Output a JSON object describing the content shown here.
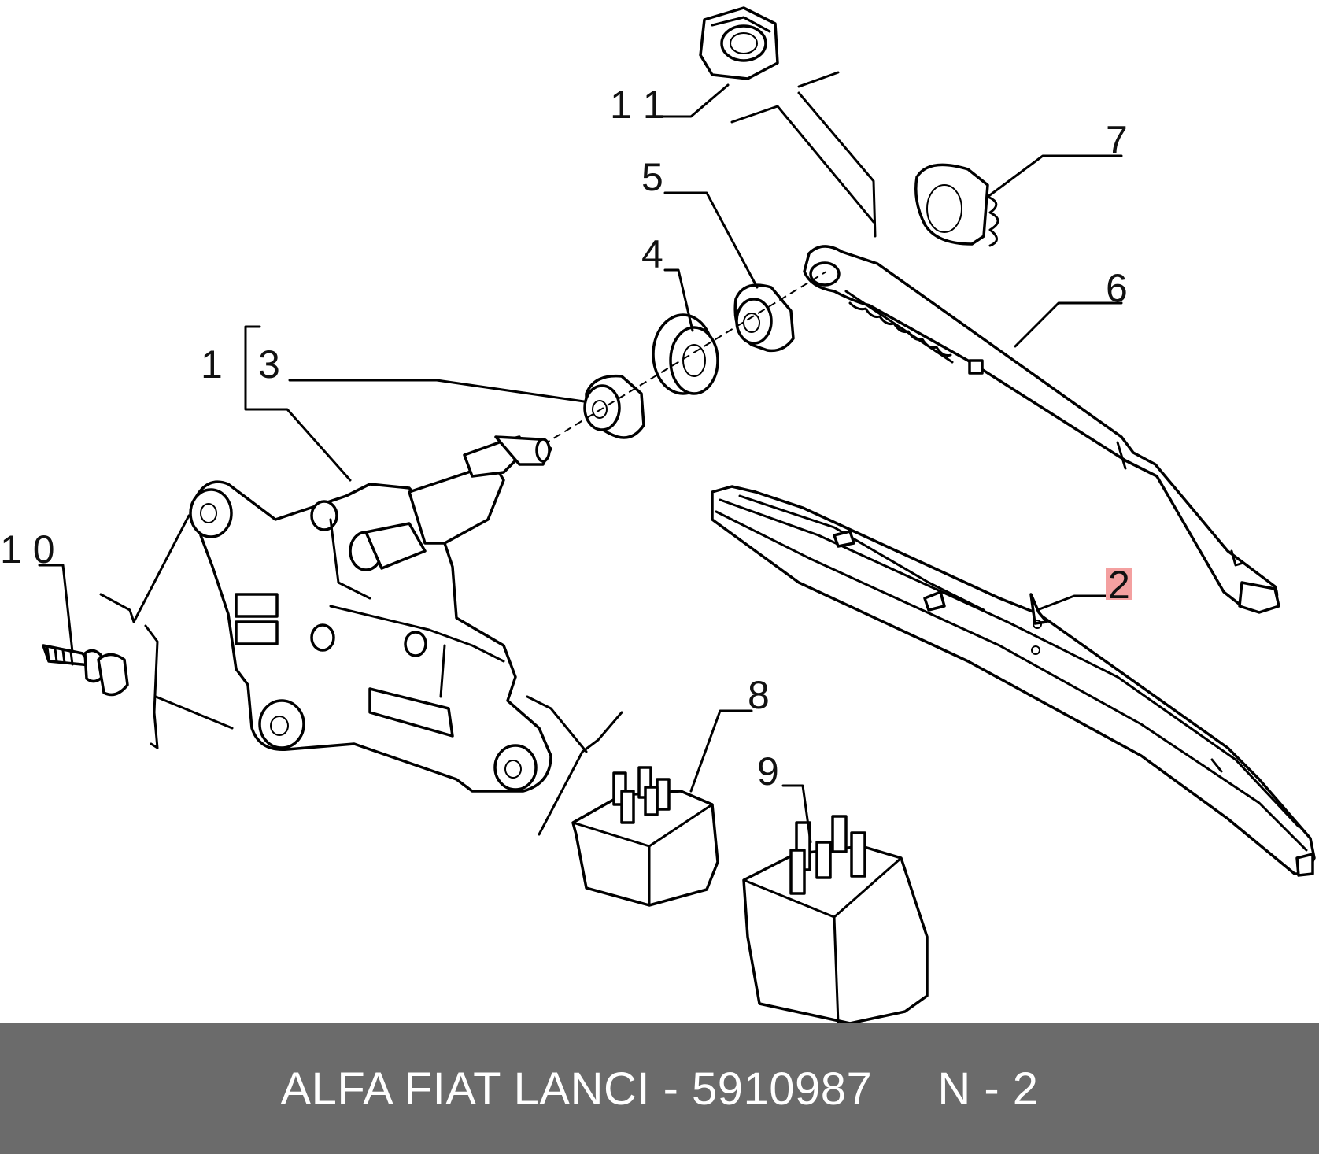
{
  "labels": {
    "l1": "1",
    "l2": "2",
    "l3": "3",
    "l4": "4",
    "l5": "5",
    "l6": "6",
    "l7": "7",
    "l8": "8",
    "l9": "9",
    "l10": "1 0",
    "l11": "1 1"
  },
  "highlight_color": "#f4a0a0",
  "footer": {
    "text": "ALFA FIAT LANCI - 5910987     N - 2"
  }
}
